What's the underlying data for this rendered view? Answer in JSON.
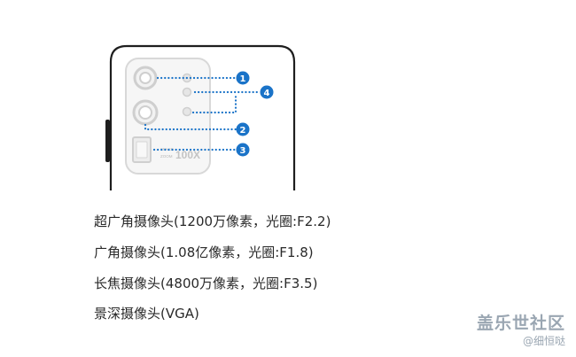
{
  "diagram": {
    "callouts": [
      "1",
      "2",
      "3",
      "4"
    ],
    "zoom_badge_small_1": "SPACE",
    "zoom_badge_small_2": "ZOOM",
    "zoom_badge_big": "100X",
    "accent_color": "#1a73c8"
  },
  "specs": [
    "超广角摄像头(1200万像素，光圈:F2.2)",
    "广角摄像头(1.08亿像素，光圈:F1.8)",
    "长焦摄像头(4800万像素，光圈:F3.5)",
    "景深摄像头(VGA)"
  ],
  "watermark": {
    "logo": "盖乐世社区",
    "handle": "@细恒哒"
  }
}
